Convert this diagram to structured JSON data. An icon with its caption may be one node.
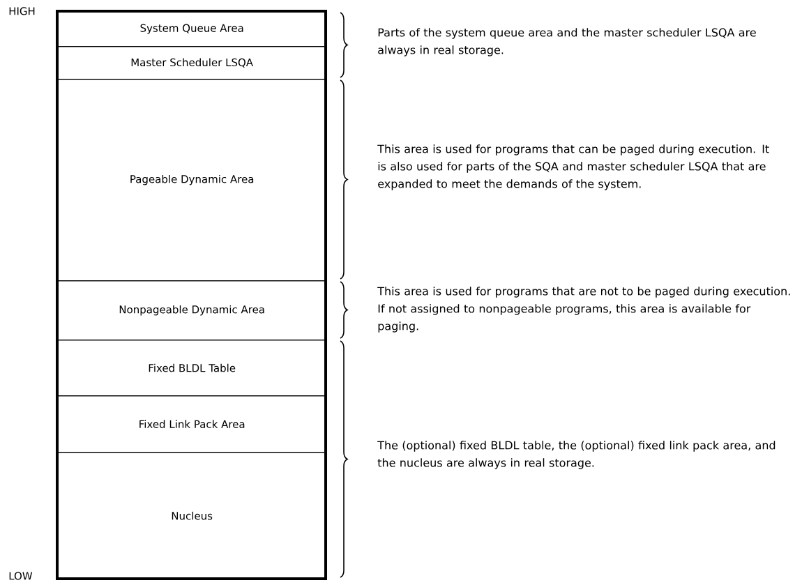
{
  "diagram": {
    "nodes": [
      {
        "text": [
          "System Queue Area"
        ]
      },
      {
        "text": [
          "Master Scheduler LSQA"
        ]
      },
      {
        "text": [
          "Pageable Dynamic Area"
        ]
      },
      {
        "text": [
          "Nonpageable Dynamic Area"
        ]
      },
      {
        "text": [
          "Fixed BLDL Table"
        ]
      },
      {
        "text": [
          "Fixed Link Pack Area"
        ]
      },
      {
        "text": [
          "Nucleus"
        ]
      }
    ],
    "labels": [
      "HIGH",
      "Parts of the system queue area and the master scheduler LSQA are always in real storage.",
      "This area is used for programs that can be paged during execution.  It is also used for parts of the SQA and master scheduler LSQA that are expanded to meet the demands of the system.",
      "This area is used for programs that are not to be paged during execution.  If not assigned to nonpageable programs, this area is available for paging.",
      "The (optional) fixed BLDL table, the (optional) fixed link pack area, and the nucleus are always in real storage.",
      "LOW"
    ]
  }
}
